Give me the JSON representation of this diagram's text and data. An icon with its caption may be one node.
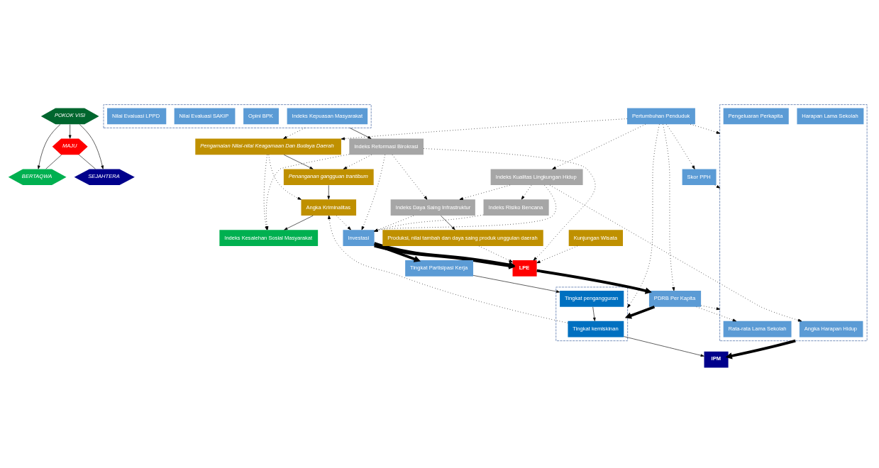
{
  "diagram": {
    "nodes": [
      {
        "text": [
          "POKOK VISI"
        ]
      },
      {
        "text": [
          "BERTAQWA"
        ]
      },
      {
        "text": [
          "MAJU"
        ]
      },
      {
        "text": [
          "SEJAHTERA"
        ]
      },
      {
        "text": [
          "Indeks Kesalehan Sosial Masyarakat"
        ]
      },
      {
        "text": [
          "Angka Kriminalitas"
        ]
      },
      {
        "text": [
          "Penanganan gangguan trantibum"
        ]
      },
      {
        "text": [
          "Pengamalan Nilai-nilai Keagamaan Dan Budaya Daerah"
        ]
      },
      {
        "text": [
          "LPE"
        ]
      },
      {
        "text": [
          "IPM"
        ]
      },
      {
        "text": [],
        "shape": "box"
      },
      {
        "text": [
          "Tingkat kemiskinan"
        ],
        "in": 10
      },
      {
        "text": [
          "Tingkat pengangguran"
        ],
        "in": 10
      },
      {
        "text": [
          "PDRB Per Kapita"
        ]
      },
      {
        "text": [
          "Indeks Reformasi Birokrasi"
        ]
      },
      {
        "text": [],
        "shape": "box"
      },
      {
        "text": [
          "Indeks Kepuasan Masyarakat"
        ],
        "in": 15
      },
      {
        "text": [
          "Opini BPK"
        ],
        "in": 15
      },
      {
        "text": [
          "Nilai Evaluasi SAKIP"
        ],
        "in": 15
      },
      {
        "text": [
          "Nilai Evaluasi LPPD"
        ],
        "in": 15
      },
      {
        "text": [
          "Investasi"
        ]
      },
      {
        "text": [
          "Tingkat Partisipasi Kerja"
        ]
      },
      {
        "text": [],
        "shape": "box"
      },
      {
        "text": [
          "Angka Harapan Hidup"
        ],
        "in": 22
      },
      {
        "text": [
          "Rata-rata Lama Sekolah"
        ],
        "in": 22
      },
      {
        "text": [
          "Harapan Lama Sekolah"
        ],
        "in": 22
      },
      {
        "text": [
          "Pengeluaran Perkapita"
        ],
        "in": 22
      },
      {
        "text": [
          "Indeks Daya Saing Infrastruktur"
        ]
      },
      {
        "text": [
          "Indeks Kualitas Lingkungan Hidup"
        ]
      },
      {
        "text": [
          "Produksi, nilai tambah dan daya saing produk unggulan daerah"
        ]
      },
      {
        "text": [
          "Kunjungan Wisata"
        ]
      },
      {
        "text": [
          "Indeks Risiko Bencana"
        ]
      },
      {
        "text": [
          "Skor PPH"
        ]
      },
      {
        "text": [
          "Pertumbuhan Penduduk"
        ]
      }
    ],
    "edges": [
      {
        "from": 0,
        "to": 1,
        "arrow": "to"
      },
      {
        "from": 0,
        "to": 2,
        "arrow": "to"
      },
      {
        "from": 0,
        "to": 3,
        "arrow": "to"
      },
      {
        "from": 2,
        "to": 1,
        "arrow": "none"
      },
      {
        "from": 2,
        "to": 3,
        "arrow": "none"
      },
      {
        "from": 5,
        "to": 4,
        "arrow": "to"
      },
      {
        "from": 6,
        "to": 5,
        "arrow": "to"
      },
      {
        "from": 7,
        "to": 6,
        "arrow": "to"
      },
      {
        "from": 7,
        "to": 4,
        "arrow": "to",
        "style": "dashed"
      },
      {
        "from": 7,
        "to": 5,
        "arrow": "to",
        "style": "dashed"
      },
      {
        "from": 14,
        "to": 4,
        "arrow": "to",
        "style": "dashed"
      },
      {
        "from": 14,
        "to": 6,
        "arrow": "to",
        "style": "dashed"
      },
      {
        "from": 15,
        "to": 7,
        "arrow": "to",
        "style": "dashed"
      },
      {
        "from": 15,
        "to": 14,
        "arrow": "to"
      },
      {
        "from": 11,
        "to": 5,
        "arrow": "to",
        "style": "dashed"
      },
      {
        "from": 5,
        "to": 20,
        "arrow": "to",
        "style": "dashed"
      },
      {
        "from": 14,
        "to": 8,
        "arrow": "to",
        "style": "dashed"
      },
      {
        "from": 30,
        "to": 8,
        "arrow": "to",
        "style": "dashed"
      },
      {
        "from": 29,
        "to": 8,
        "arrow": "to",
        "style": "dashed"
      },
      {
        "from": 20,
        "to": 8,
        "arrow": "to",
        "style": "thick"
      },
      {
        "from": 20,
        "to": 8,
        "arrow": "to",
        "style": "thick"
      },
      {
        "from": 8,
        "to": 13,
        "arrow": "to",
        "style": "thick"
      },
      {
        "from": 13,
        "to": 10,
        "arrow": "to",
        "style": "thick"
      },
      {
        "from": 13,
        "to": 24,
        "arrow": "to",
        "style": "dashed"
      },
      {
        "from": 13,
        "to": 22,
        "arrow": "to",
        "style": "dashed"
      },
      {
        "from": 28,
        "to": 23,
        "arrow": "to",
        "style": "dashed"
      },
      {
        "from": 20,
        "to": 21,
        "arrow": "to",
        "style": "thick"
      },
      {
        "from": 21,
        "to": 12,
        "arrow": "to"
      },
      {
        "from": 12,
        "to": 11,
        "arrow": "to"
      },
      {
        "from": 11,
        "to": 9,
        "arrow": "to"
      },
      {
        "from": 22,
        "to": 9,
        "arrow": "to",
        "style": "thick"
      },
      {
        "from": 14,
        "to": 20,
        "arrow": "to",
        "style": "dashed"
      },
      {
        "from": 14,
        "to": 27,
        "arrow": "to",
        "style": "dashed"
      },
      {
        "from": 27,
        "to": 20,
        "arrow": "to",
        "style": "dashed"
      },
      {
        "from": 27,
        "to": 29,
        "arrow": "to"
      },
      {
        "from": 28,
        "to": 20,
        "arrow": "to",
        "style": "dashed"
      },
      {
        "from": 28,
        "to": 27,
        "arrow": "to",
        "style": "dashed"
      },
      {
        "from": 28,
        "to": 31,
        "arrow": "to",
        "style": "dashed"
      },
      {
        "from": 31,
        "to": 20,
        "arrow": "to",
        "style": "dashed"
      },
      {
        "from": 33,
        "to": 13,
        "arrow": "to",
        "style": "dashed"
      },
      {
        "from": 33,
        "to": 28,
        "arrow": "to",
        "style": "dashed"
      },
      {
        "from": 33,
        "to": 32,
        "arrow": "to",
        "style": "dashed"
      },
      {
        "from": 33,
        "to": 10,
        "arrow": "to",
        "style": "dashed"
      },
      {
        "from": 33,
        "to": 22,
        "arrow": "to",
        "style": "dashed"
      },
      {
        "from": 32,
        "to": 22,
        "arrow": "to",
        "style": "dashed"
      },
      {
        "from": 33,
        "to": 7,
        "arrow": "to",
        "style": "dashed"
      }
    ]
  }
}
